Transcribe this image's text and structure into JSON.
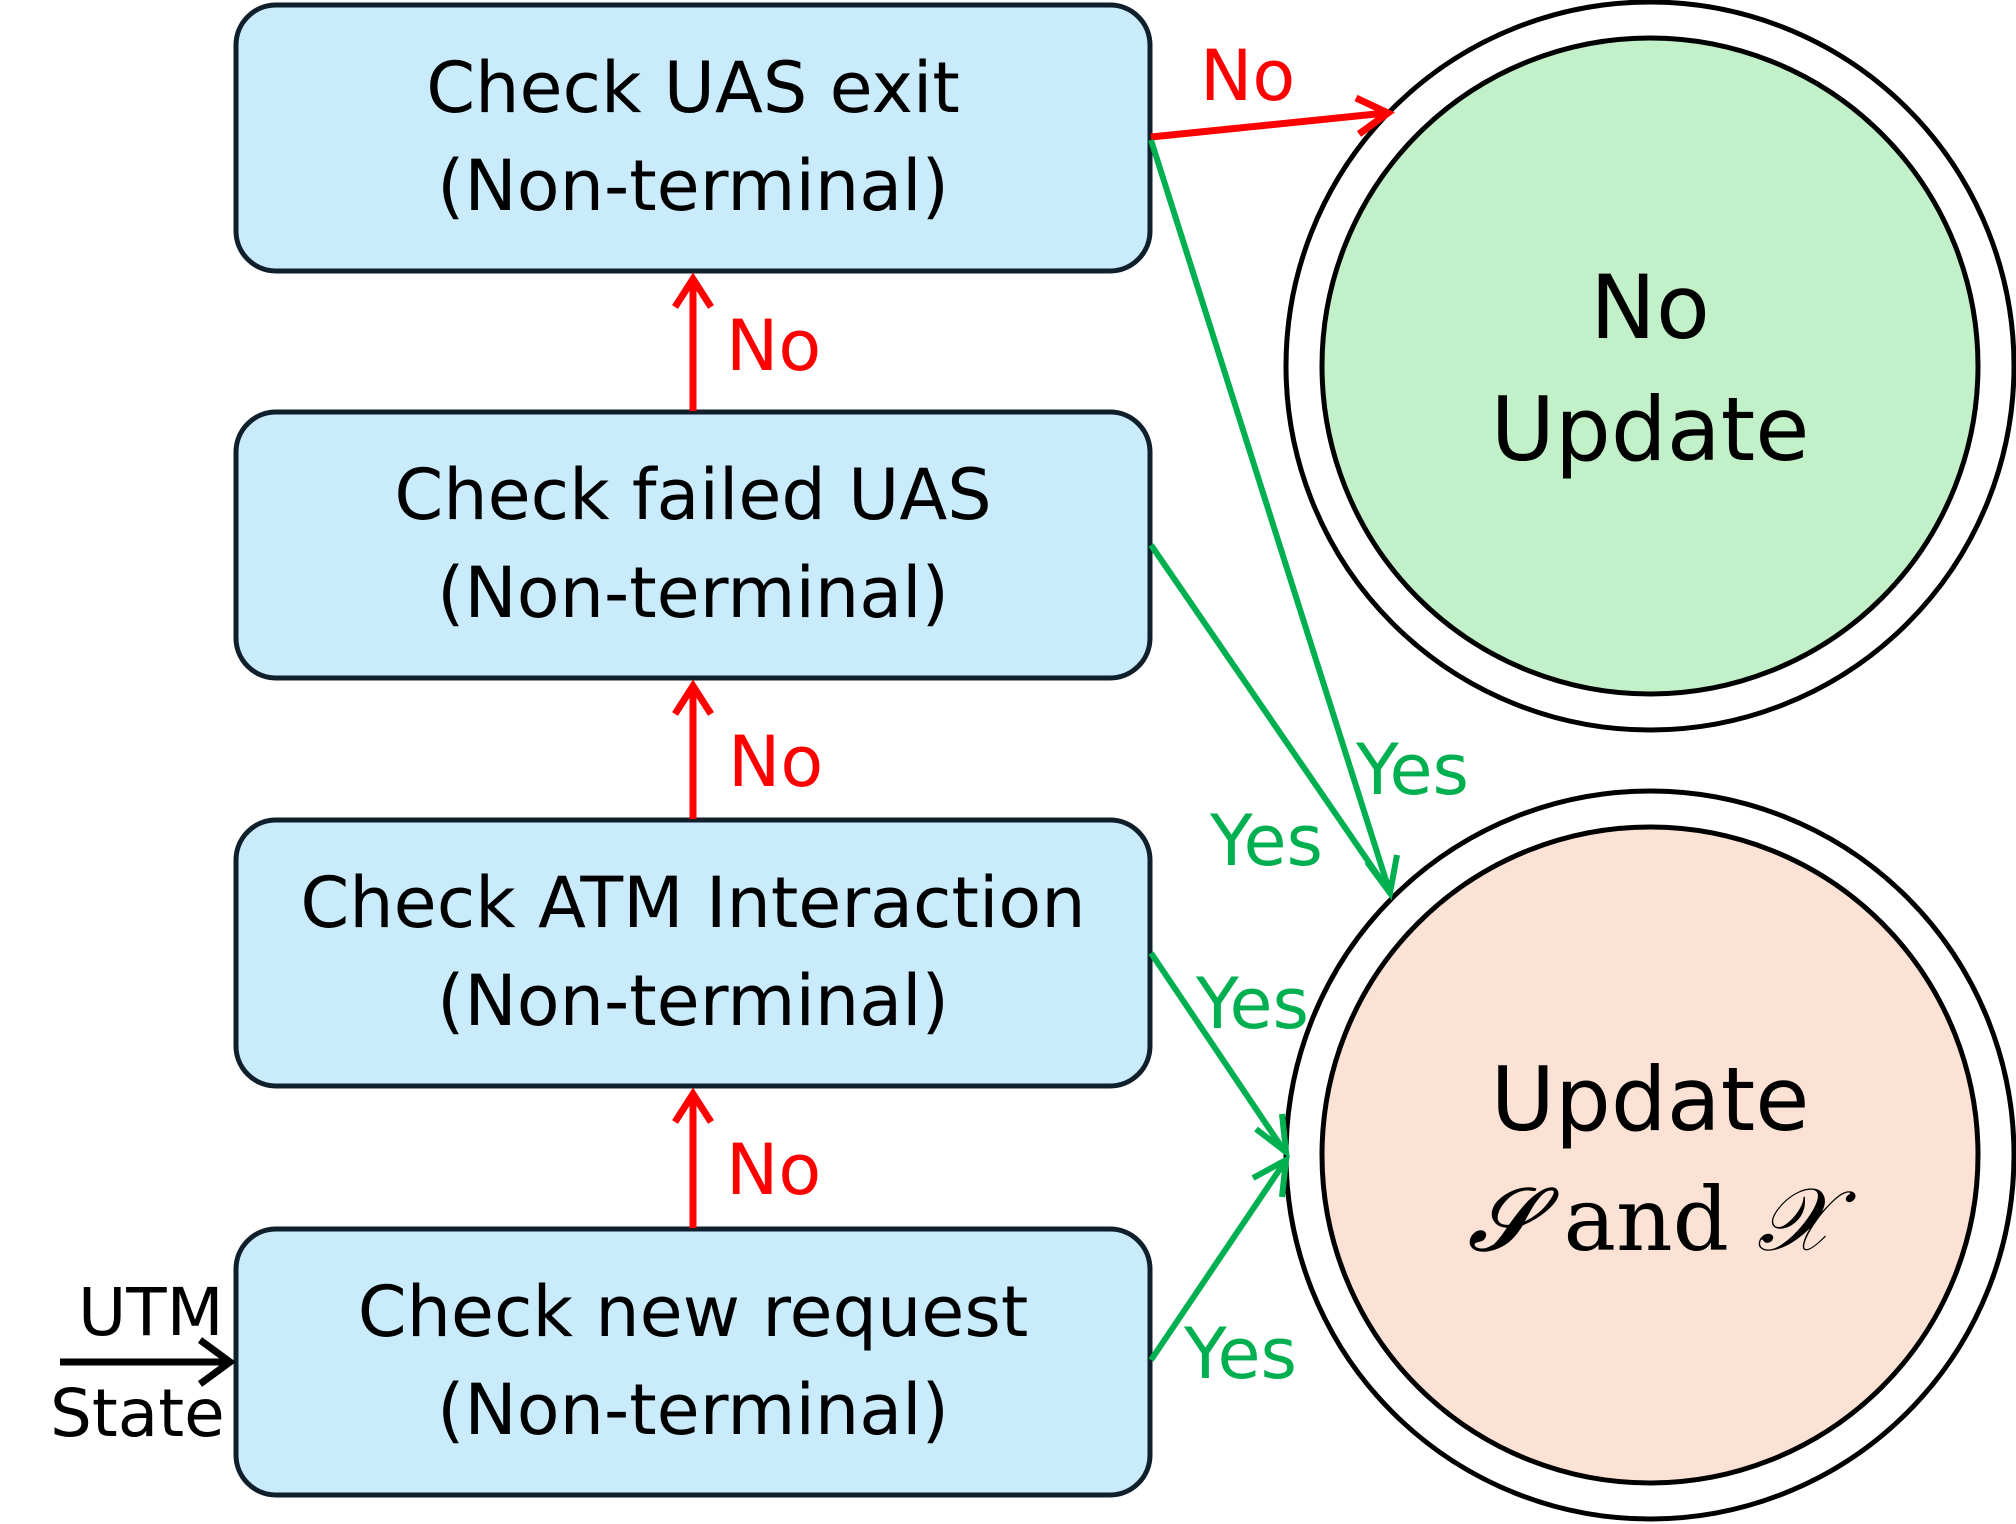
{
  "nodes": {
    "check_uas_exit": {
      "line1": "Check UAS exit",
      "line2": "(Non-terminal)"
    },
    "check_failed_uas": {
      "line1": "Check failed UAS",
      "line2": "(Non-terminal)"
    },
    "check_atm_interaction": {
      "line1": "Check ATM Interaction",
      "line2": "(Non-terminal)"
    },
    "check_new_request": {
      "line1": "Check new request",
      "line2": "(Non-terminal)"
    }
  },
  "terminals": {
    "no_update": {
      "line1": "No",
      "line2": "Update"
    },
    "update": {
      "line1": "Update",
      "var_s": "𝓢",
      "and": " and ",
      "var_x": "𝒳"
    }
  },
  "input": {
    "line1": "UTM",
    "line2": "State"
  },
  "edge_labels": {
    "no": "No",
    "yes": "Yes"
  },
  "colors": {
    "node_fill": "#c9ebfb",
    "no_update_fill": "#c2f0c8",
    "update_fill": "#fbe2d5",
    "no_edge": "#ff0000",
    "yes_edge": "#00b050"
  }
}
